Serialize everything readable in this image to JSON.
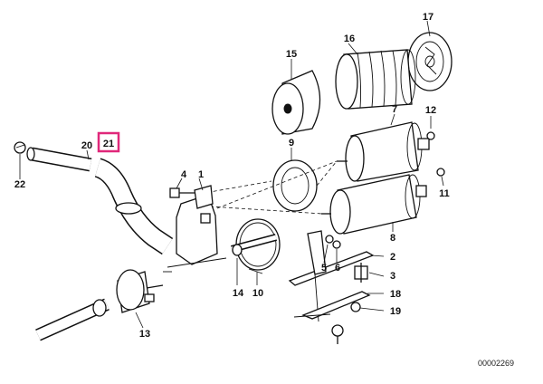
{
  "highlight_color": "#e0287a",
  "reference_code": "00002269",
  "callouts": {
    "p1": "1",
    "p2": "2",
    "p3": "3",
    "p4": "4",
    "p5": "5",
    "p6": "6",
    "p7": "7",
    "p8": "8",
    "p9": "9",
    "p10": "10",
    "p11": "11",
    "p12": "12",
    "p13": "13",
    "p14": "14",
    "p15": "15",
    "p16": "16",
    "p17": "17",
    "p18": "18",
    "p19": "19",
    "p20": "20",
    "p21": "21",
    "p22": "22"
  }
}
